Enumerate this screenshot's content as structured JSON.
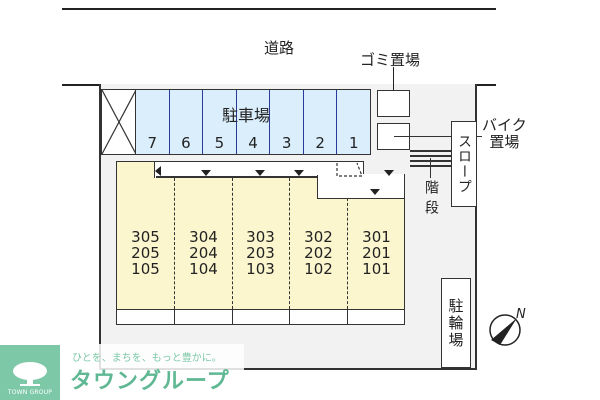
{
  "labels": {
    "road": "道路",
    "garbage": "ゴミ置場",
    "bike_line1": "バイク",
    "bike_line2": "置場",
    "parking": "駐車場",
    "stairs": "階段",
    "slope": "スロープ",
    "bicycle_parking": "駐輪場",
    "north": "N"
  },
  "parking_slots": [
    "7",
    "6",
    "5",
    "4",
    "3",
    "2",
    "1"
  ],
  "units": [
    {
      "floor3": "305",
      "floor2": "205",
      "floor1": "105"
    },
    {
      "floor3": "304",
      "floor2": "204",
      "floor1": "104"
    },
    {
      "floor3": "303",
      "floor2": "203",
      "floor1": "103"
    },
    {
      "floor3": "302",
      "floor2": "202",
      "floor1": "102"
    },
    {
      "floor3": "301",
      "floor2": "201",
      "floor1": "101"
    }
  ],
  "logo": {
    "company": "TOWN GROUP",
    "tagline": "ひとを、まちを、もっと豊かに。",
    "brand": "タウングループ"
  },
  "colors": {
    "parking_fill": "#dbeefb",
    "parking_border": "#2a3a9a",
    "building_fill": "#fcf6cf",
    "site_fill": "#f2f2f2",
    "logo_green": "#7cc8a7"
  }
}
